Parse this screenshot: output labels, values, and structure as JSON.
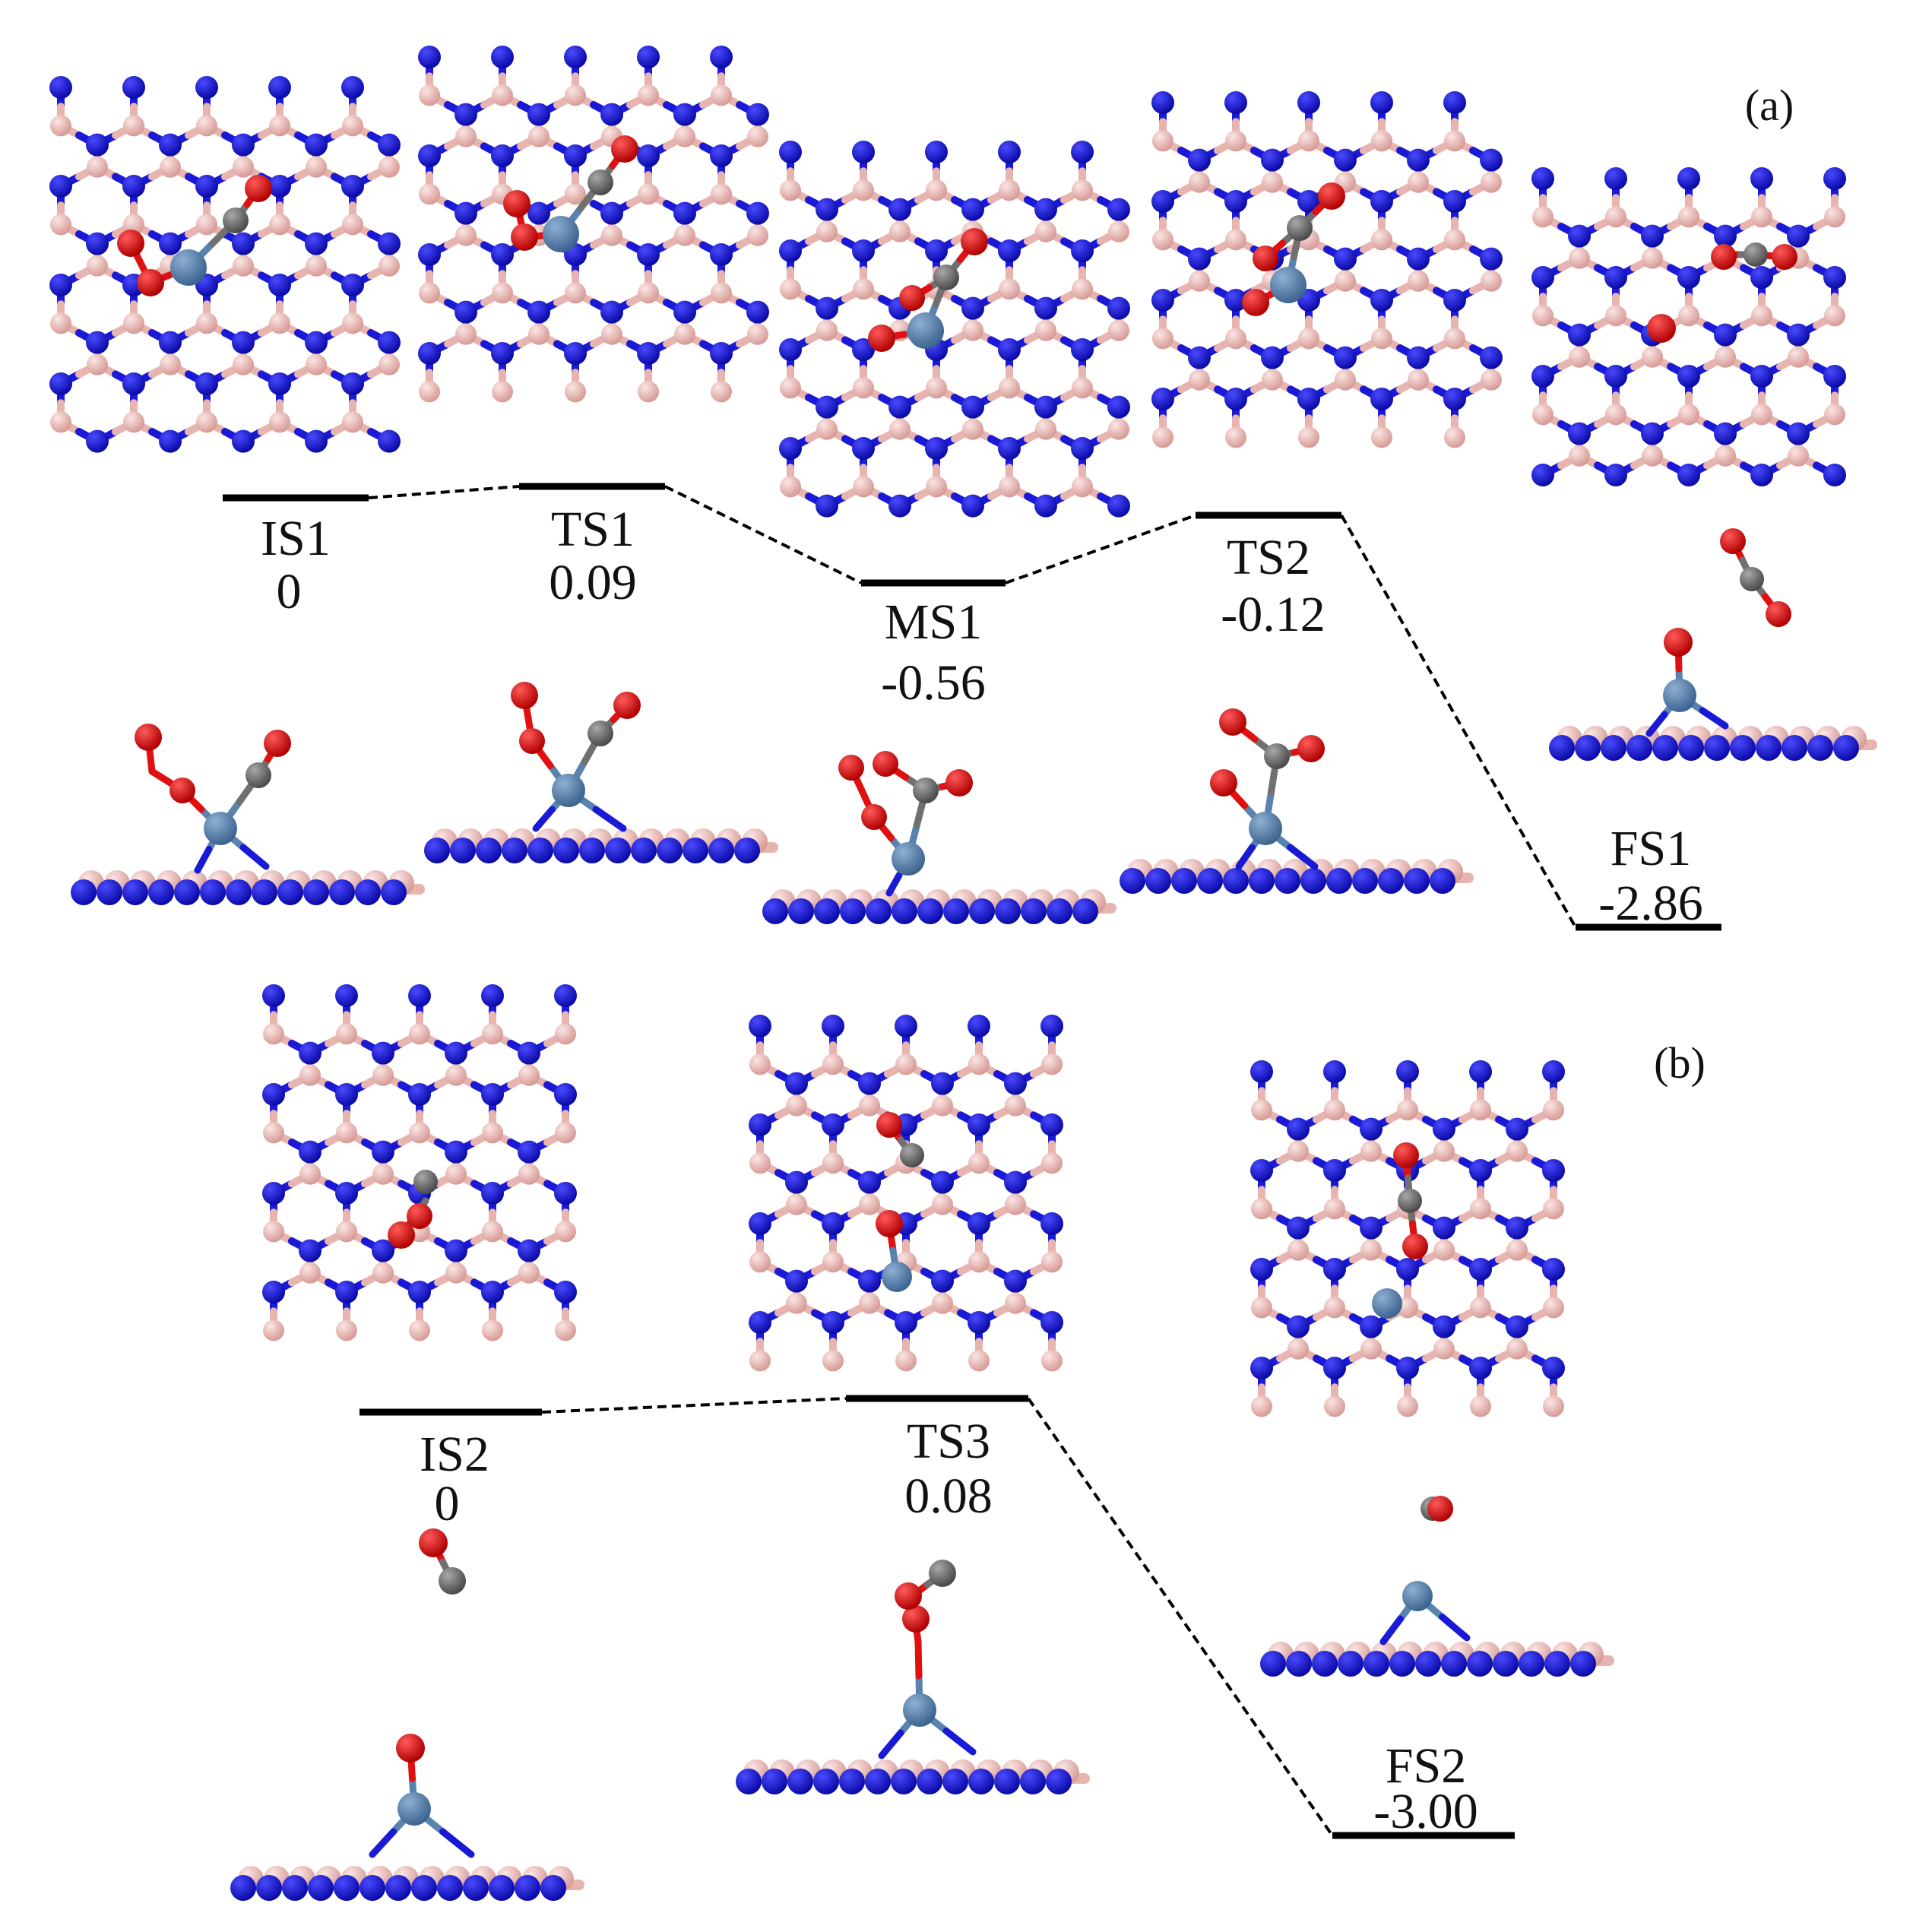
{
  "panels": [
    {
      "label": "(a)"
    },
    {
      "label": "(b)"
    }
  ],
  "states": [
    {
      "name": "IS1",
      "energy": "0"
    },
    {
      "name": "TS1",
      "energy": "0.09"
    },
    {
      "name": "MS1",
      "energy": "-0.56"
    },
    {
      "name": "TS2",
      "energy": "-0.12"
    },
    {
      "name": "FS1",
      "energy": "-2.86"
    },
    {
      "name": "IS2",
      "energy": "0"
    },
    {
      "name": "TS3",
      "energy": "0.08"
    },
    {
      "name": "FS2",
      "energy": "-3.00"
    }
  ],
  "atom_colors": {
    "boron": "#e8b4b0",
    "nitrogen": "#1a1ad6",
    "oxygen": "#e01010",
    "carbon": "#707070",
    "metal": "#5a82ae"
  },
  "level_color": "#000000"
}
